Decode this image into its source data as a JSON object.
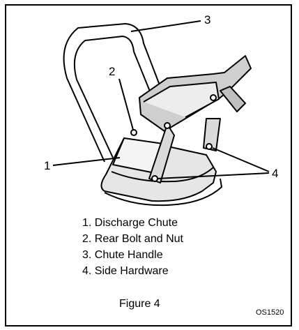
{
  "figure": {
    "callouts": [
      "1",
      "2",
      "3",
      "4"
    ],
    "legend": [
      "1. Discharge Chute",
      "2. Rear Bolt and Nut",
      "3. Chute Handle",
      "4. Side Hardware"
    ],
    "caption": "Figure 4",
    "code": "OS1520"
  }
}
